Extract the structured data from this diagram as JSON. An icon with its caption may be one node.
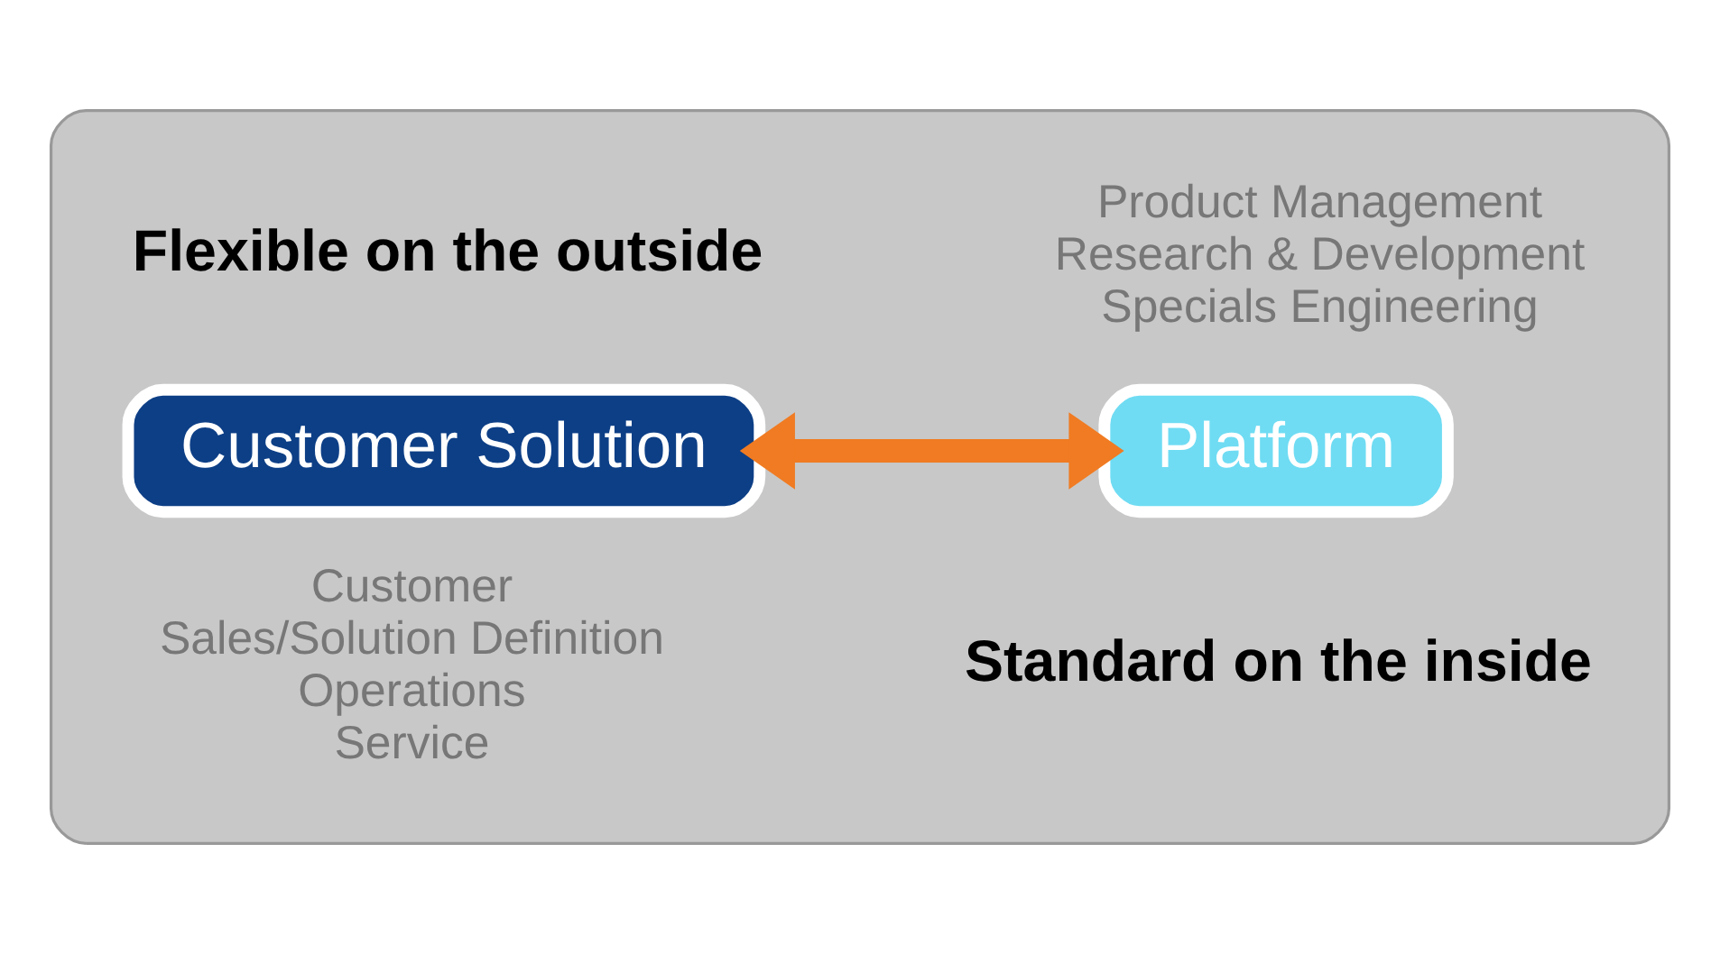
{
  "diagram": {
    "nodes": [
      {
        "text": [],
        "shape": "box"
      },
      {
        "text": [
          "Customer Solution"
        ],
        "in": 0,
        "beside": [
          "Customer",
          "Sales/Solution Definition",
          "Operations",
          "Service"
        ]
      },
      {
        "text": [
          "Platform"
        ],
        "in": 0,
        "beside": [
          "Product Management",
          "Research & Development",
          "Specials Engineering"
        ]
      }
    ],
    "edges": [
      {
        "from": 1,
        "to": 2,
        "arrow": "both",
        "color": "#f07b22"
      }
    ],
    "labels": [
      "Flexible on the outside",
      "Standard on the inside"
    ]
  }
}
